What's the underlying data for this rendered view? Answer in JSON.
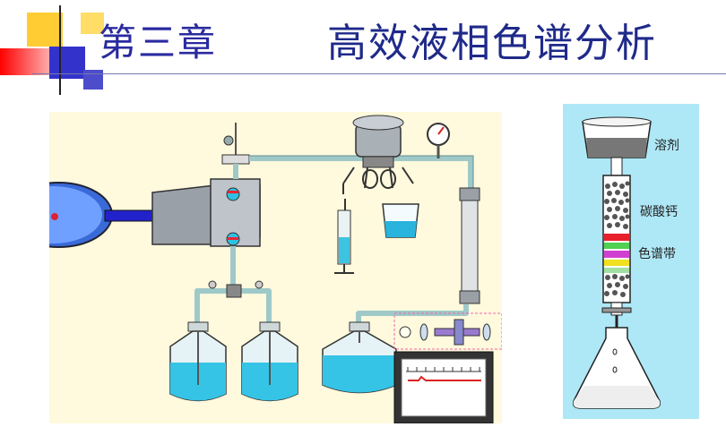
{
  "title": {
    "chapter": "第三章",
    "topic": "高效液相色谱分析"
  },
  "column_diagram": {
    "labels": [
      "溶剂",
      "碳酸钙",
      "色谱带"
    ]
  },
  "colors": {
    "title_blue": "#2a2aa0",
    "panel_bg": "#fff9dd",
    "column_bg": "#aee8f6",
    "liquid": "#40c8e8",
    "tube": "#cfe7e7"
  }
}
